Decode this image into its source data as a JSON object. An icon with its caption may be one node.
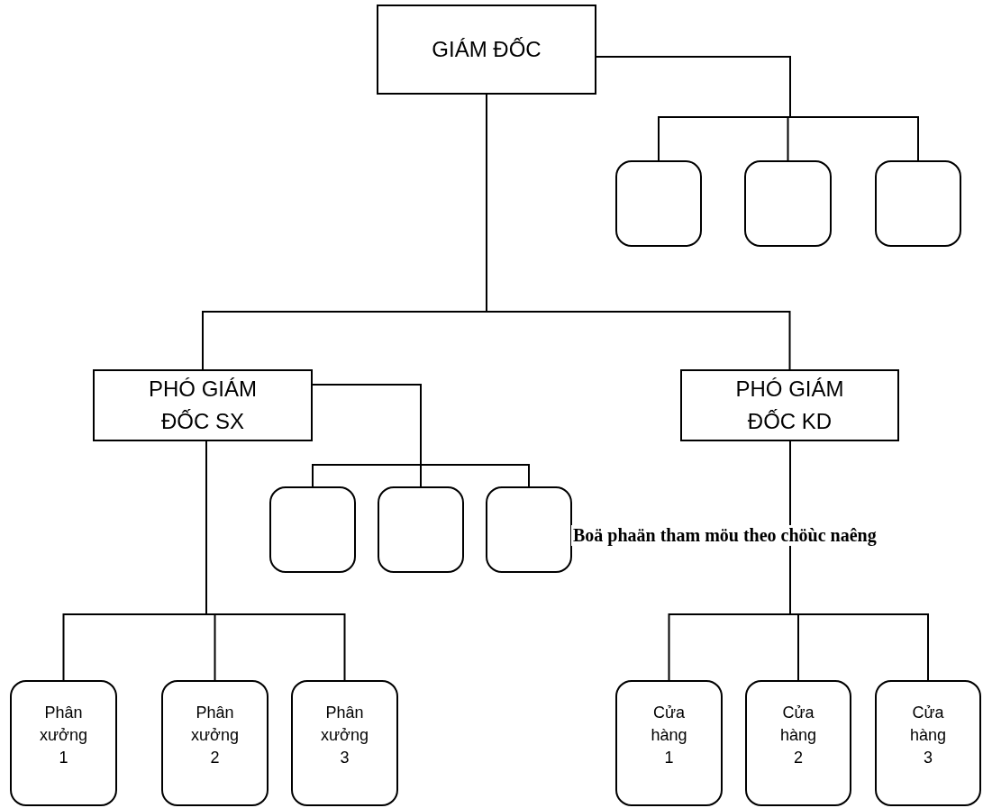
{
  "diagram": {
    "nodes": [
      {
        "text": [
          "GIÁM ĐỐC"
        ]
      },
      {
        "text": [],
        "shape": "box"
      },
      {
        "text": [],
        "shape": "box"
      },
      {
        "text": [],
        "shape": "box"
      },
      {
        "text": [
          "PHÓ GIÁM ĐỐC SX"
        ]
      },
      {
        "text": [
          "PHÓ GIÁM ĐỐC KD"
        ]
      },
      {
        "text": [],
        "shape": "box"
      },
      {
        "text": [],
        "shape": "box"
      },
      {
        "text": [],
        "shape": "box"
      },
      {
        "text": [
          "Phân xưởng 1"
        ]
      },
      {
        "text": [
          "Phân xưởng 2"
        ]
      },
      {
        "text": [
          "Phân xưởng 3"
        ]
      },
      {
        "text": [
          "Cửa hàng 1"
        ]
      },
      {
        "text": [
          "Cửa hàng 2"
        ]
      },
      {
        "text": [
          "Cửa hàng 3"
        ]
      }
    ],
    "edges": [
      {
        "from": 0,
        "to": 1,
        "arrow": "none"
      },
      {
        "from": 0,
        "to": 2,
        "arrow": "none"
      },
      {
        "from": 0,
        "to": 3,
        "arrow": "none"
      },
      {
        "from": 0,
        "to": 4,
        "arrow": "none"
      },
      {
        "from": 0,
        "to": 5,
        "arrow": "none"
      },
      {
        "from": 4,
        "to": 6,
        "arrow": "none"
      },
      {
        "from": 4,
        "to": 7,
        "arrow": "none"
      },
      {
        "from": 4,
        "to": 8,
        "arrow": "none"
      },
      {
        "from": 4,
        "to": 9,
        "arrow": "none"
      },
      {
        "from": 4,
        "to": 10,
        "arrow": "none"
      },
      {
        "from": 4,
        "to": 11,
        "arrow": "none"
      },
      {
        "from": 5,
        "to": 12,
        "arrow": "none"
      },
      {
        "from": 5,
        "to": 13,
        "arrow": "none"
      },
      {
        "from": 5,
        "to": 14,
        "arrow": "none"
      }
    ],
    "labels": [
      "Boä phaän tham möu theo chöùc naêng"
    ]
  }
}
